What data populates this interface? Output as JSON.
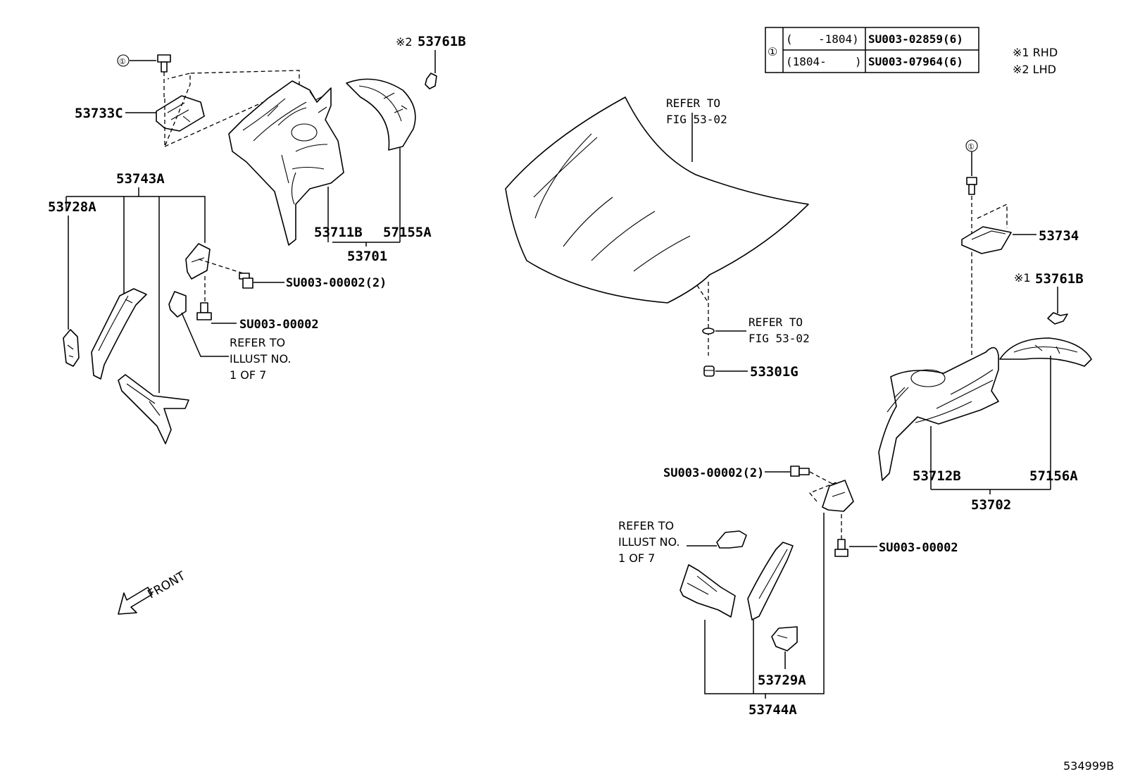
{
  "table": {
    "circle": "①",
    "rows": [
      {
        "range_open": "(",
        "range_value": "-1804)",
        "part": "SU003-02859(6)"
      },
      {
        "range_open": "(1804-",
        "range_value": ")",
        "part": "SU003-07964(6)"
      }
    ]
  },
  "legend": {
    "rhd": "※1 RHD",
    "lhd": "※2 LHD"
  },
  "labels": {
    "p53761b_top_mark": "※2",
    "p53761b_top": "53761B",
    "circle_tl": "①",
    "p53733c": "53733C",
    "p53743a": "53743A",
    "p53728a": "53728A",
    "p53711b": "53711B",
    "p57155a": "57155A",
    "p53701": "53701",
    "su_bolt_l2": "SU003-00002(2)",
    "su_bolt_l1": "SU003-00002",
    "refer_illust_l1": "REFER TO",
    "refer_illust_l2": "ILLUST NO.",
    "refer_illust_l3": "1 OF 7",
    "refer_fig_a1": "REFER TO",
    "refer_fig_a2": "FIG 53-02",
    "refer_fig_b1": "REFER TO",
    "refer_fig_b2": "FIG 53-02",
    "p53301g": "53301G",
    "circle_r": "①",
    "p53734": "53734",
    "p53761b_r_mark": "※1",
    "p53761b_r": "53761B",
    "p53712b": "53712B",
    "p57156a": "57156A",
    "p53702": "53702",
    "su_bolt_r2": "SU003-00002(2)",
    "su_bolt_r1": "SU003-00002",
    "refer_illust_r1": "REFER TO",
    "refer_illust_r2": "ILLUST NO.",
    "refer_illust_r3": "1 OF 7",
    "p53729a": "53729A",
    "p53744a": "53744A",
    "front": "FRONT",
    "diagram_id": "534999B"
  }
}
